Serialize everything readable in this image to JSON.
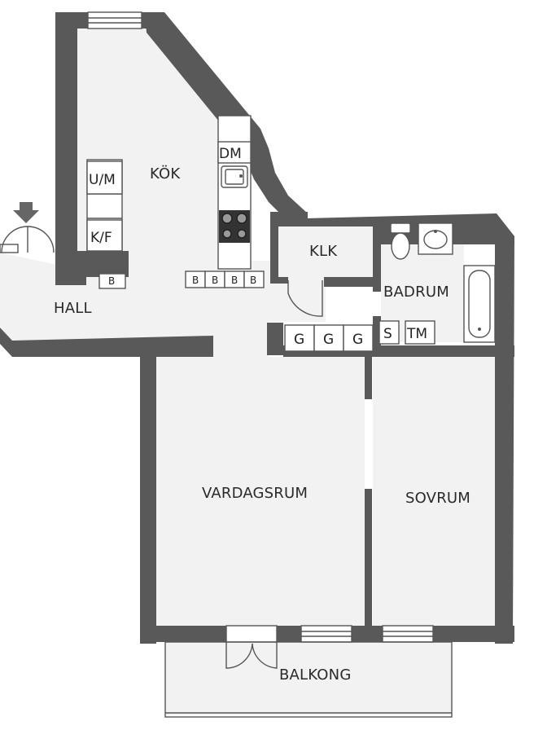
{
  "rooms": {
    "kok": "KÖK",
    "hall": "HALL",
    "klk": "KLK",
    "badrum": "BADRUM",
    "vardagsrum": "VARDAGSRUM",
    "sovrum": "SOVRUM",
    "balkong": "BALKONG"
  },
  "fixtures": {
    "dm": "DM",
    "um": "U/M",
    "kf": "K/F",
    "bench_b": "B",
    "hall_b": "B",
    "wardrobe_g": "G",
    "s": "S",
    "tm": "TM"
  },
  "icons": [
    "entrance-arrow-icon",
    "sink-icon",
    "stove-icon",
    "toilet-icon",
    "washbasin-icon",
    "bathtub-icon",
    "door-swing-icon",
    "window-icon"
  ],
  "colors": {
    "wall": "#595959",
    "floor": "#f2f2f2",
    "fixture": "#ffffff"
  }
}
